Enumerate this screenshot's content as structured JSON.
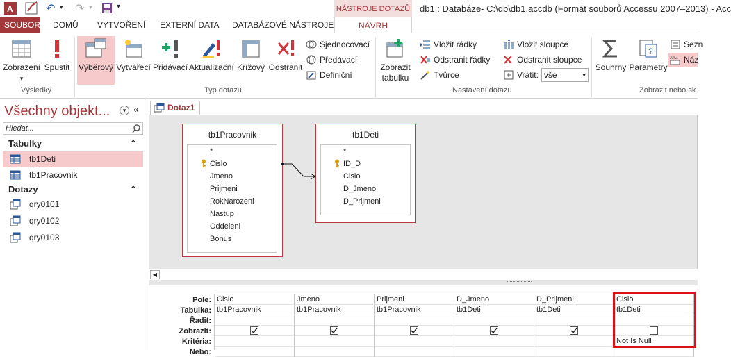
{
  "titlebar": {
    "context_tab": "NÁSTROJE DOTAZŮ",
    "title": "db1 : Databáze- C:\\db\\db1.accdb (Formát souborů Accessu 2007–2013) - Acc"
  },
  "tabs": {
    "file": "SOUBOR",
    "home": "DOMŮ",
    "create": "VYTVOŘENÍ",
    "external": "EXTERNÍ DATA",
    "dbtools": "DATABÁZOVÉ NÁSTROJE",
    "design": "NÁVRH"
  },
  "ribbon": {
    "view": "Zobrazení",
    "run": "Spustit",
    "group_results": "Výsledky",
    "select": "Výběrový",
    "make_table": "Vytvářecí",
    "append": "Přidávací",
    "update": "Aktualizační",
    "crosstab": "Křížový",
    "delete": "Odstranit",
    "union": "Sjednocovací",
    "passthrough": "Předávací",
    "definition": "Definiční",
    "group_query_type": "Typ dotazu",
    "show_table_1": "Zobrazit",
    "show_table_2": "tabulku",
    "insert_rows": "Vložit řádky",
    "delete_rows": "Odstranit řádky",
    "builder": "Tvůrce",
    "insert_cols": "Vložit sloupce",
    "delete_cols": "Odstranit sloupce",
    "return_label": "Vrátit:",
    "return_value": "vše",
    "group_setup": "Nastavení dotazu",
    "totals": "Souhrny",
    "parameters": "Parametry",
    "property_sheet": "Sezn",
    "table_names": "Náz",
    "group_show": "Zobrazit nebo sk"
  },
  "nav": {
    "title": "Všechny objekt...",
    "search_placeholder": "Hledat...",
    "section_tables": "Tabulky",
    "tables": [
      "tb1Deti",
      "tb1Pracovnik"
    ],
    "section_queries": "Dotazy",
    "queries": [
      "qry0101",
      "qry0102",
      "qry0103"
    ]
  },
  "doc_tab": "Dotaz1",
  "tables": {
    "left": {
      "name": "tb1Pracovnik",
      "fields": [
        "*",
        "Cislo",
        "Jmeno",
        "Prijmeni",
        "RokNarozeni",
        "Nastup",
        "Oddeleni",
        "Bonus"
      ]
    },
    "right": {
      "name": "tb1Deti",
      "fields": [
        "*",
        "ID_D",
        "Cislo",
        "D_Jmeno",
        "D_Prijmeni"
      ]
    }
  },
  "grid": {
    "row_labels": [
      "Pole:",
      "Tabulka:",
      "Řadit:",
      "Zobrazit:",
      "Kritéria:",
      "Nebo:"
    ],
    "columns": [
      {
        "field": "Cislo",
        "table": "tb1Pracovnik",
        "show": true,
        "criteria": ""
      },
      {
        "field": "Jmeno",
        "table": "tb1Pracovnik",
        "show": true,
        "criteria": ""
      },
      {
        "field": "Prijmeni",
        "table": "tb1Pracovnik",
        "show": true,
        "criteria": ""
      },
      {
        "field": "D_Jmeno",
        "table": "tb1Deti",
        "show": true,
        "criteria": ""
      },
      {
        "field": "D_Prijmeni",
        "table": "tb1Deti",
        "show": true,
        "criteria": ""
      },
      {
        "field": "Cislo",
        "table": "tb1Deti",
        "show": false,
        "criteria": "Not Is Null"
      }
    ]
  },
  "colors": {
    "accent": "#a4373a",
    "selected_nav": "#f6c9cb",
    "highlight": "#e0101b"
  }
}
